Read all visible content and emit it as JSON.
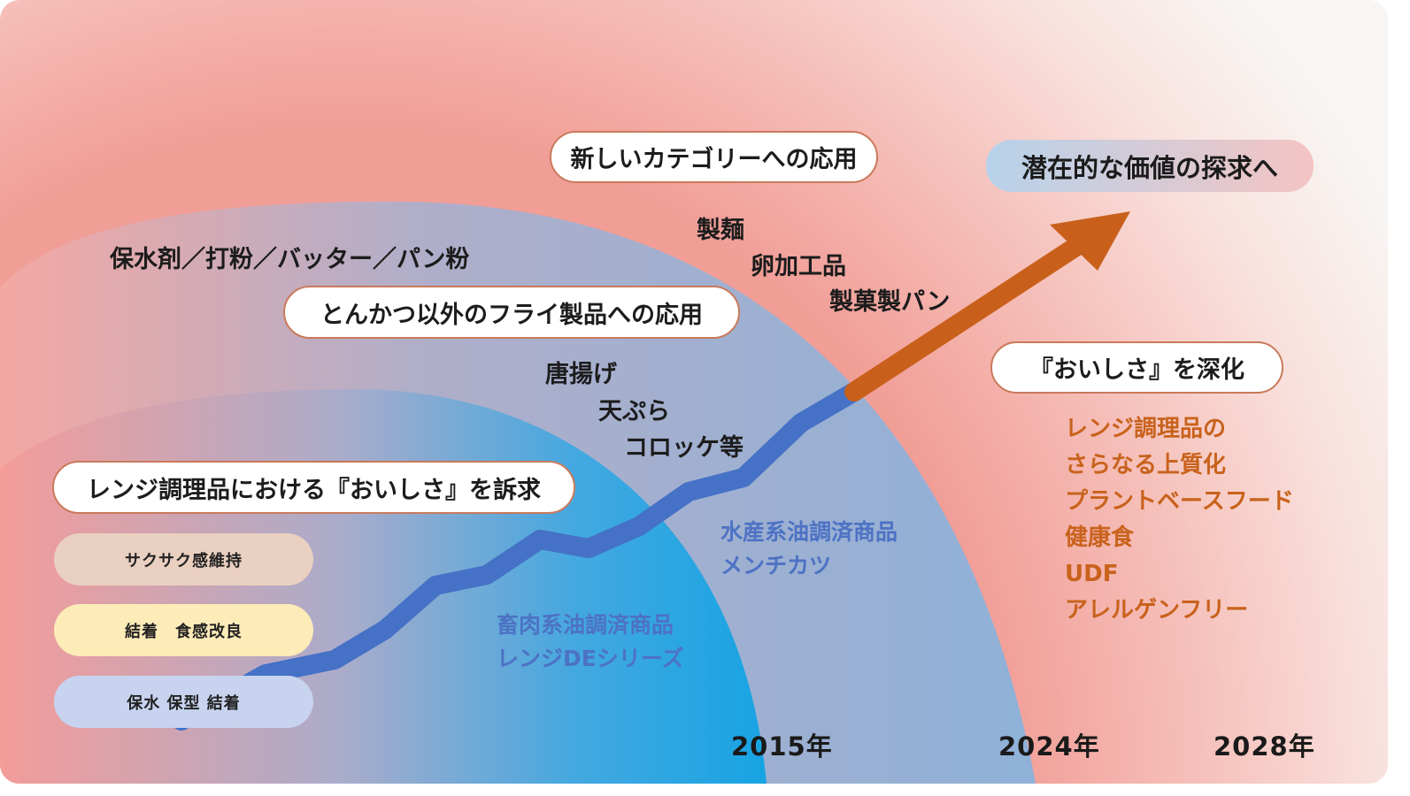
{
  "colors": {
    "outer_ring": "#f19e97",
    "middle_ring": "#8fb0d8",
    "inner_ring": "#1ea5e2",
    "growth_line": "#4571c6",
    "arrow": "#c8601b",
    "future_text": "#c8621c",
    "past_text": "#4d72c4",
    "tag_crispy": "#ead0c0",
    "tag_binding": "#fdebb8",
    "tag_water": "#c7d3ef"
  },
  "headline": {
    "text": "潜在的な価値の探求へ"
  },
  "phases": [
    {
      "title": "レンジ調理品における『おいしさ』を訴求",
      "tags": [
        "サクサク感維持",
        "結着　食感改良",
        "保水 保型 結着"
      ],
      "products": [
        "畜肉系油調済商品",
        "レンジDEシリーズ"
      ]
    },
    {
      "title": "とんかつ以外のフライ製品への応用",
      "uses_line": "保水剤／打粉／バッター／パン粉",
      "items": [
        "唐揚げ",
        "天ぷら",
        "コロッケ等"
      ],
      "products": [
        "水産系油調済商品",
        "メンチカツ"
      ]
    },
    {
      "title": "新しいカテゴリーへの応用",
      "items": [
        "製麺",
        "卵加工品",
        "製菓製パン"
      ]
    },
    {
      "title": "『おいしさ』を深化",
      "items": [
        "レンジ調理品の",
        "さらなる上質化",
        "プラントベースフード",
        "健康食",
        "UDF",
        "アレルゲンフリー"
      ]
    }
  ],
  "years": [
    "2015年",
    "2024年",
    "2028年"
  ]
}
